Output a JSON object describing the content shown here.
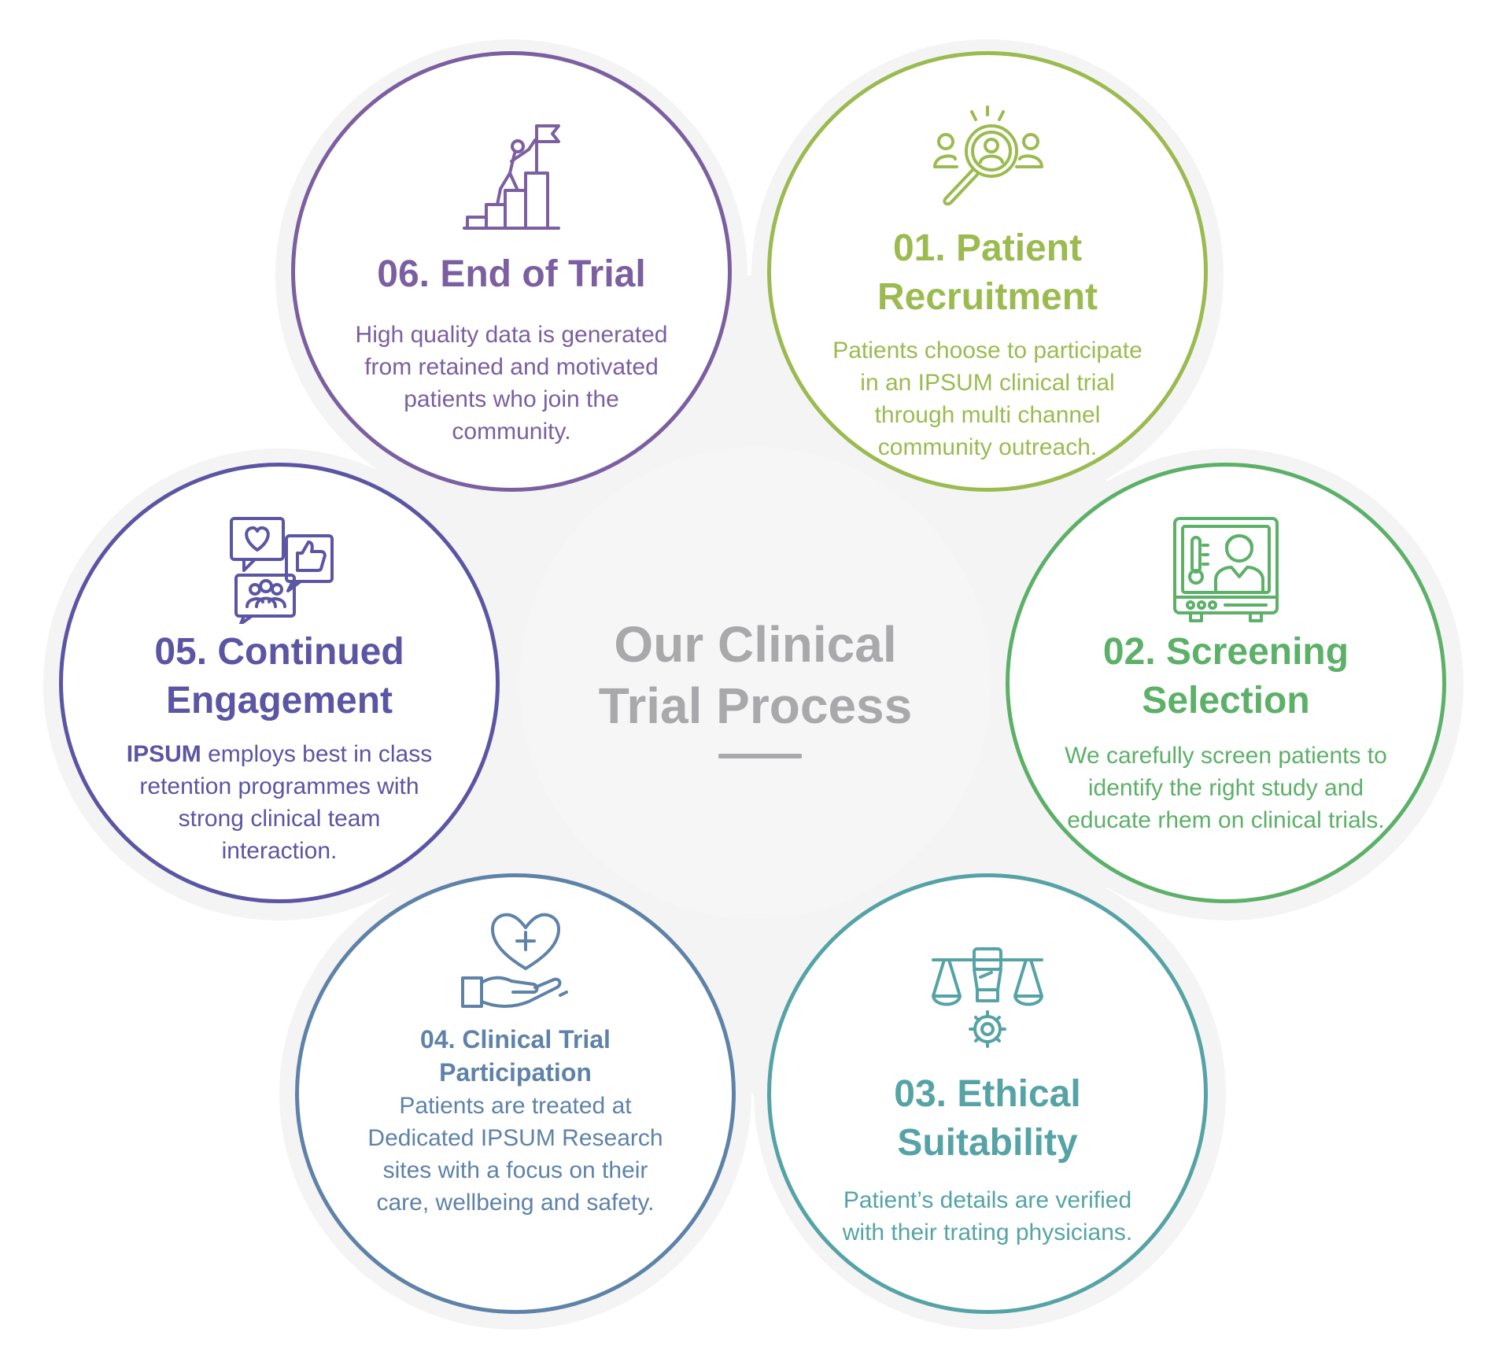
{
  "center": {
    "title_line1": "Our Clinical",
    "title_line2": "Trial Process"
  },
  "colors": {
    "step01": "#9bbb50",
    "step02": "#5cb068",
    "step03": "#56a3a6",
    "step04": "#5e82a8",
    "step05": "#5b55a3",
    "step06": "#7b5fa0",
    "center_text": "#a9a9ab"
  },
  "steps": [
    {
      "id": "01",
      "icon": "magnifier-people-icon",
      "title_line1": "01. Patient",
      "title_line2": "Recruitment",
      "body": "Patients choose to participate in an IPSUM clinical trial through multi channel community outreach."
    },
    {
      "id": "02",
      "icon": "monitor-patient-icon",
      "title_line1": "02. Screening",
      "title_line2": "Selection",
      "body": "We carefully screen patients to identify the right study and educate rhem on clinical trials."
    },
    {
      "id": "03",
      "icon": "scales-fist-gear-icon",
      "title_line1": "03. Ethical",
      "title_line2": "Suitability",
      "body": "Patient’s details are verified with their trating physicians."
    },
    {
      "id": "04",
      "icon": "hand-heart-icon",
      "title_line1": "04. Clinical Trial",
      "title_line2": "Participation",
      "body": "Patients are treated at Dedicated IPSUM Research sites with a focus on their care, wellbeing and safety."
    },
    {
      "id": "05",
      "icon": "social-chat-icon",
      "title_line1": "05. Continued",
      "title_line2": "Engagement",
      "body_bold": "IPSUM",
      "body": " employs best in class retention programmes with strong clinical team interaction."
    },
    {
      "id": "06",
      "icon": "climber-flag-icon",
      "title_line1": "06. End of Trial",
      "body": "High quality data is generated from retained and motivated patients who join the community."
    }
  ]
}
